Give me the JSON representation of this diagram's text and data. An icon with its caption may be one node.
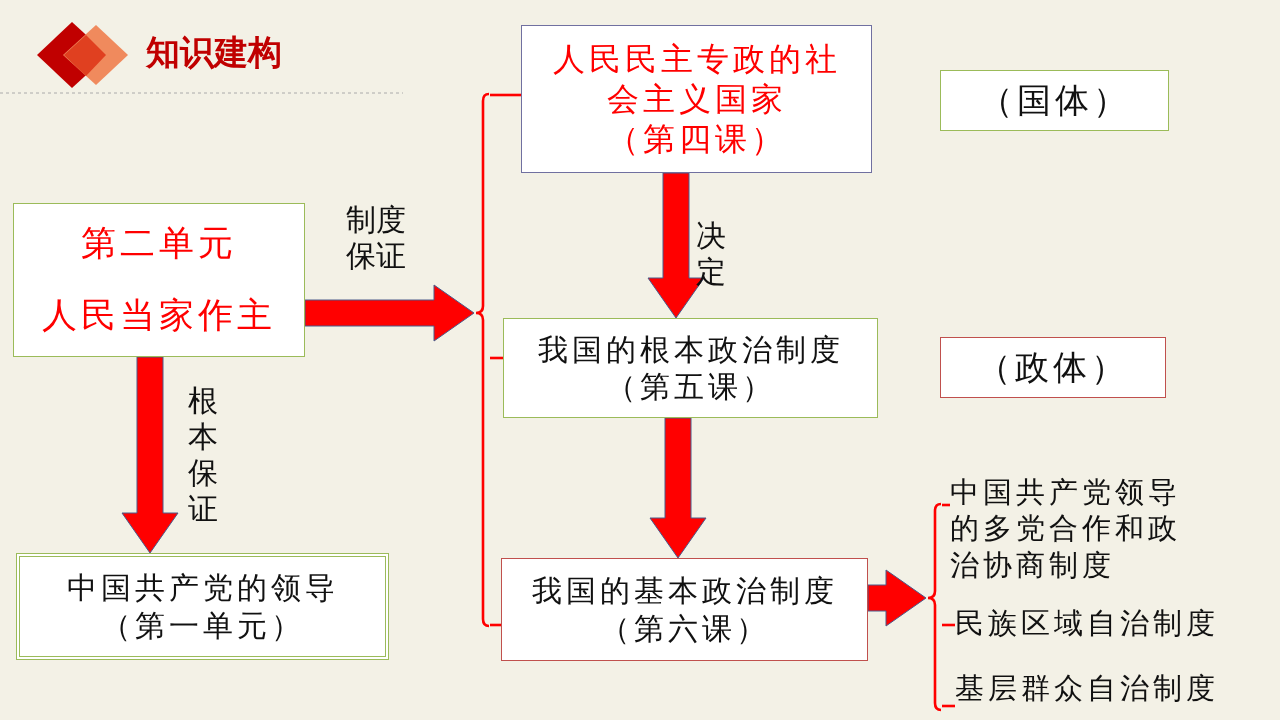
{
  "diagram": {
    "title": "知识建构",
    "nodes": [
      {
        "text": [
          "第二单元",
          "人民当家作主"
        ]
      },
      {
        "text": [
          "人民民主专政的社会主义国家",
          "（第四课）"
        ]
      },
      {
        "text": [
          "（国体）"
        ]
      },
      {
        "text": [
          "我国的根本政治制度",
          "（第五课）"
        ]
      },
      {
        "text": [
          "（政体）"
        ]
      },
      {
        "text": [
          "我国的基本政治制度",
          "（第六课）"
        ]
      },
      {
        "text": [
          "中国共产党的领导",
          "（第一单元）"
        ]
      },
      {
        "text": [
          "中国共产党领导的多党合作和政治协商制度"
        ]
      },
      {
        "text": [
          "民族区域自治制度"
        ]
      },
      {
        "text": [
          "基层群众自治制度"
        ]
      },
      {
        "text": [],
        "shape": "bracket"
      },
      {
        "text": [],
        "shape": "bracket"
      }
    ],
    "edges": [
      {
        "from": 0,
        "to": 6,
        "arrow": "to",
        "label": "根本保证",
        "style": "thick"
      },
      {
        "from": 0,
        "to": 10,
        "arrow": "to",
        "label": "制度保证",
        "style": "thick"
      },
      {
        "from": 10,
        "to": 1,
        "arrow": "none"
      },
      {
        "from": 10,
        "to": 3,
        "arrow": "none"
      },
      {
        "from": 10,
        "to": 5,
        "arrow": "none"
      },
      {
        "from": 1,
        "to": 3,
        "arrow": "to",
        "label": "决定",
        "style": "thick"
      },
      {
        "from": 3,
        "to": 5,
        "arrow": "to",
        "style": "thick"
      },
      {
        "from": 5,
        "to": 11,
        "arrow": "to",
        "style": "thick"
      },
      {
        "from": 11,
        "to": 7,
        "arrow": "none"
      },
      {
        "from": 11,
        "to": 8,
        "arrow": "none"
      },
      {
        "from": 11,
        "to": 9,
        "arrow": "none"
      }
    ]
  }
}
